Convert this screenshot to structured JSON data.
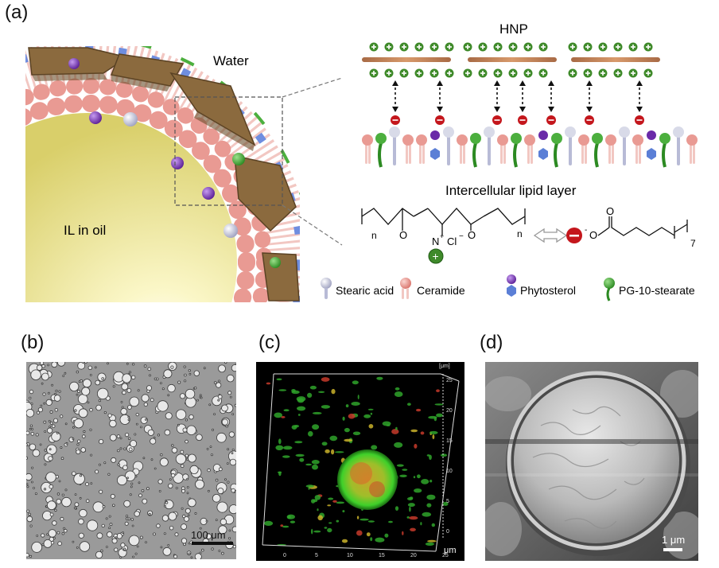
{
  "figure": {
    "panels": {
      "a": "(a)",
      "b": "(b)",
      "c": "(c)",
      "d": "(d)"
    },
    "panel_a": {
      "water_label": "Water",
      "core_label": "IL in oil",
      "hnp_label": "HNP",
      "lipid_layer_label": "Intercellular lipid layer",
      "chem": {
        "n1": "n",
        "n2": "n",
        "n3": "7",
        "o1": "O",
        "o2": "O",
        "o3": "O",
        "nitrogen": "N",
        "n_plus": "+",
        "chloride": "Cl",
        "cl_minus": "−",
        "anion_o": "O",
        "anion_minus": "-"
      },
      "legend": [
        {
          "label": "Stearic acid"
        },
        {
          "label": "Ceramide"
        },
        {
          "label": "Phytosterol"
        },
        {
          "label": "PG-10-stearate"
        }
      ]
    },
    "panel_b": {
      "scale_bar": "100 μm"
    },
    "panel_c": {
      "unit_top": "[μm]",
      "unit_bottom": "μm",
      "z_ticks": [
        "25",
        "20",
        "15",
        "10",
        "5",
        "0"
      ],
      "x_ticks": [
        "0",
        "5",
        "10",
        "15",
        "20",
        "25"
      ]
    },
    "panel_d": {
      "scale_bar": "1 μm"
    },
    "colors": {
      "shell": "#8b6a3e",
      "ceramide": "#e99a93",
      "positive": "#3f8a2a",
      "negative": "#c4161c",
      "phytosterol": "#5b7fd6",
      "stearic": "#c9cbe0",
      "pg_stearate": "#4caf3e"
    }
  }
}
